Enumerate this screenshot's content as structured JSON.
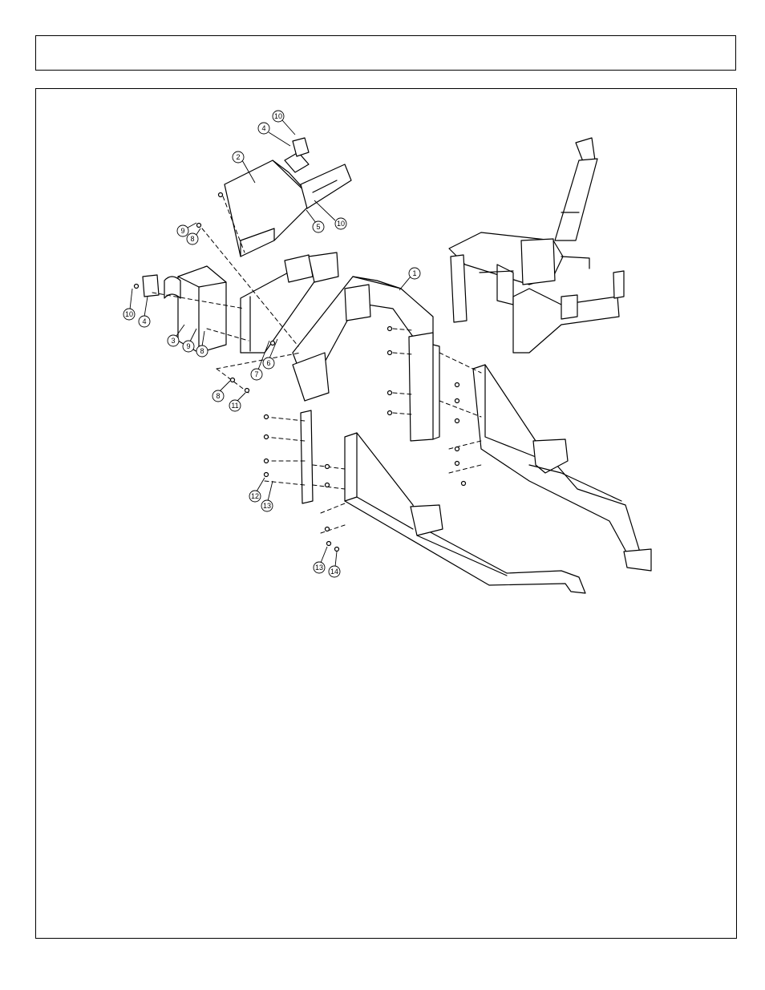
{
  "header": {
    "title": ""
  },
  "diagram": {
    "callouts": [
      {
        "id": "c-10a",
        "label": "10"
      },
      {
        "id": "c-4a",
        "label": "4"
      },
      {
        "id": "c-2",
        "label": "2"
      },
      {
        "id": "c-9a",
        "label": "9"
      },
      {
        "id": "c-8a",
        "label": "8"
      },
      {
        "id": "c-5",
        "label": "5"
      },
      {
        "id": "c-10b",
        "label": "10"
      },
      {
        "id": "c-1",
        "label": "1"
      },
      {
        "id": "c-10c",
        "label": "10"
      },
      {
        "id": "c-4b",
        "label": "4"
      },
      {
        "id": "c-3",
        "label": "3"
      },
      {
        "id": "c-9b",
        "label": "9"
      },
      {
        "id": "c-8b",
        "label": "8"
      },
      {
        "id": "c-7",
        "label": "7"
      },
      {
        "id": "c-6",
        "label": "6"
      },
      {
        "id": "c-8c",
        "label": "8"
      },
      {
        "id": "c-11",
        "label": "11"
      },
      {
        "id": "c-12",
        "label": "12"
      },
      {
        "id": "c-13a",
        "label": "13"
      },
      {
        "id": "c-13b",
        "label": "13"
      },
      {
        "id": "c-14",
        "label": "14"
      }
    ]
  }
}
